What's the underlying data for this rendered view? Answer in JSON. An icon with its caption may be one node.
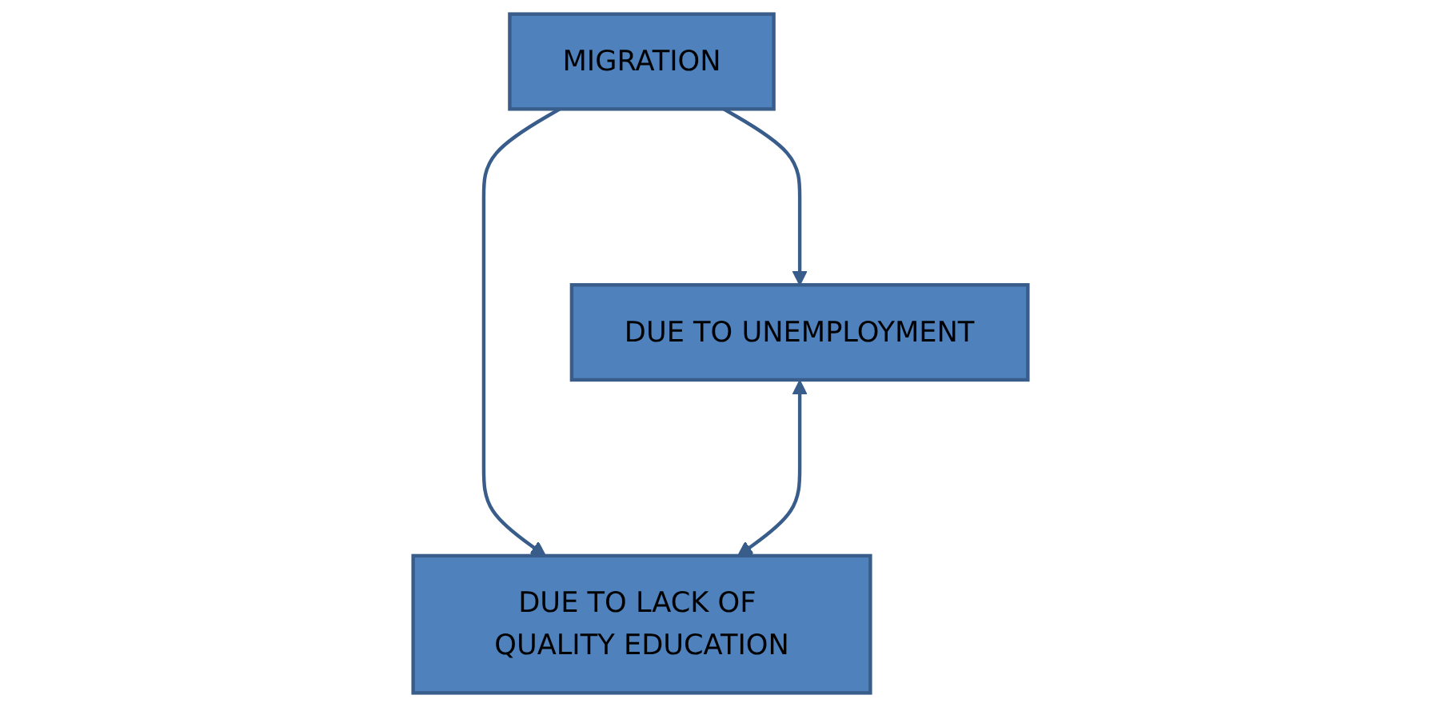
{
  "diagram": {
    "nodes": [
      {
        "text": [
          "MIGRATION"
        ]
      },
      {
        "text": [
          "DUE TO UNEMPLOYMENT"
        ]
      },
      {
        "text": [
          "DUE TO LACK OF QUALITY EDUCATION"
        ]
      }
    ],
    "edges": [
      {
        "from": 0,
        "to": 1,
        "arrow": "to"
      },
      {
        "from": 0,
        "to": 2,
        "arrow": "to"
      },
      {
        "from": 1,
        "to": 2,
        "arrow": "both"
      }
    ]
  }
}
